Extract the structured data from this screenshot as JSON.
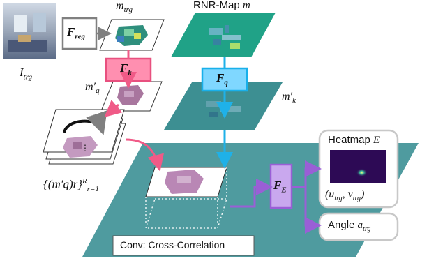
{
  "labels": {
    "m_trg": "m",
    "m_trg_sub": "trg",
    "rnr_map": "RNR-Map",
    "rnr_map_var": "m",
    "i_trg": "I",
    "i_trg_sub": "trg",
    "m_q": "m′",
    "m_q_sub": "q",
    "m_k": "m′",
    "m_k_sub": "k",
    "set_main": "{(m′q)r}",
    "set_sup": "R",
    "set_sub": "r=1",
    "dots": "⋮"
  },
  "modules": {
    "f_reg": "F",
    "f_reg_sub": "reg",
    "f_k": "F",
    "f_k_sub": "k",
    "f_q": "F",
    "f_q_sub": "q",
    "f_e": "F",
    "f_e_sub": "E"
  },
  "outputs": {
    "heatmap_title": "Heatmap",
    "heatmap_var": "E",
    "coords": "(u",
    "coords_sub1": "trg",
    "coords_mid": ", v",
    "coords_sub2": "trg",
    "coords_end": ")",
    "angle_label": "Angle",
    "angle_var": "a",
    "angle_sub": "trg"
  },
  "conv_label": "Conv: Cross-Correlation",
  "colors": {
    "f_reg_border": "#808080",
    "f_k": "#ff8fb0",
    "f_k_border": "#e8507f",
    "f_q": "#7fd7ff",
    "f_q_border": "#19b0ea",
    "f_e": "#c9a8ee",
    "f_e_border": "#9a5fd6",
    "arrow_pink": "#f05a87",
    "arrow_blue": "#1fb1e8",
    "arrow_purple": "#9a5fd6",
    "floor": "#4f9b9f",
    "rnr_map": "#20a287",
    "mk_plane": "#3d8f92",
    "output_border": "#c8c8c8"
  }
}
